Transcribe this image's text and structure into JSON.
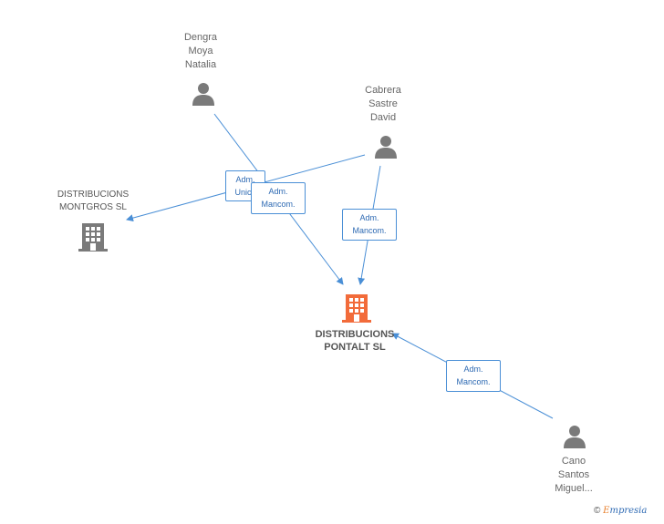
{
  "nodes": {
    "dengra": {
      "line1": "Dengra",
      "line2": "Moya",
      "line3": "Natalia",
      "icon": "person-icon"
    },
    "cabrera": {
      "line1": "Cabrera",
      "line2": "Sastre",
      "line3": "David",
      "icon": "person-icon"
    },
    "cano": {
      "line1": "Cano",
      "line2": "Santos",
      "line3": "Miguel...",
      "icon": "person-icon"
    },
    "montgros": {
      "line1": "DISTRIBUCIONS",
      "line2": "MONTGROS SL",
      "icon": "building-icon"
    },
    "pontalt": {
      "line1": "DISTRIBUCIONS",
      "line2": "PONTALT SL",
      "icon": "building-icon"
    }
  },
  "edges": {
    "e1": {
      "line1": "Adm.",
      "line2": "Unico"
    },
    "e2": {
      "line1": "Adm.",
      "line2": "Mancom."
    },
    "e3": {
      "line1": "Adm.",
      "line2": "Mancom."
    },
    "e4": {
      "line1": "Adm.",
      "line2": "Mancom."
    }
  },
  "colors": {
    "edge": "#4a8fd6",
    "person": "#7a7a7a",
    "company": "#7a7a7a",
    "main_company": "#f26b3a"
  },
  "footer": {
    "copyright": "©",
    "brand_initial": "E",
    "brand_rest": "mpresia"
  }
}
